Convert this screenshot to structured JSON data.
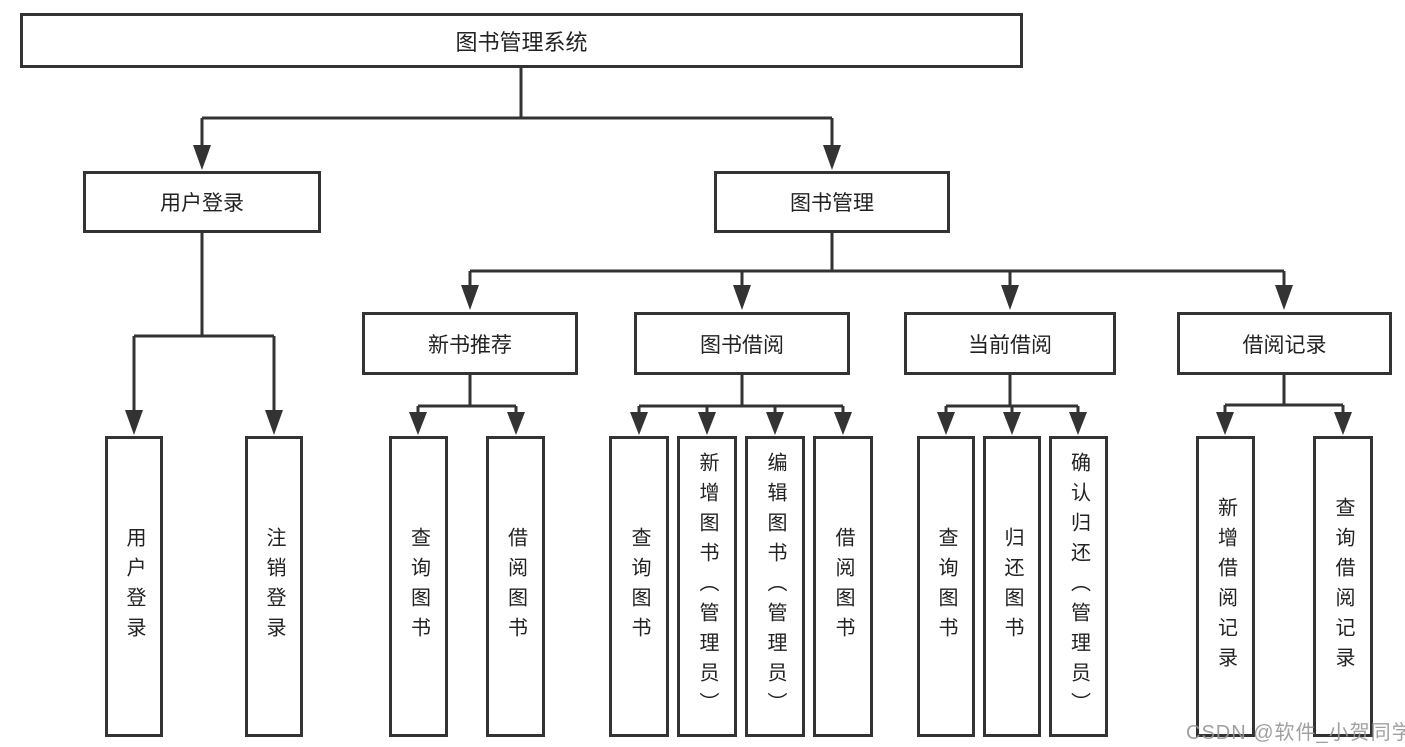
{
  "diagram": {
    "title": "图书管理系统",
    "root": {
      "label": "图书管理系统"
    },
    "level2": [
      {
        "label": "用户登录"
      },
      {
        "label": "图书管理"
      }
    ],
    "level3": [
      {
        "label": "新书推荐"
      },
      {
        "label": "图书借阅"
      },
      {
        "label": "当前借阅"
      },
      {
        "label": "借阅记录"
      }
    ],
    "leaves": {
      "user_login": [
        "用户登录",
        "注销登录"
      ],
      "new_book": [
        "查询图书",
        "借阅图书"
      ],
      "book_borrow": [
        "查询图书",
        "新增图书（管理员）",
        "编辑图书（管理员）",
        "借阅图书"
      ],
      "current_borrow": [
        "查询图书",
        "归还图书",
        "确认归还（管理员）"
      ],
      "borrow_record": [
        "新增借阅记录",
        "查询借阅记录"
      ]
    },
    "colors": {
      "line": "#333333",
      "text": "#222222",
      "background": "#ffffff",
      "watermark": "#969696"
    },
    "watermark": "CSDN @软件_小贺同学"
  }
}
